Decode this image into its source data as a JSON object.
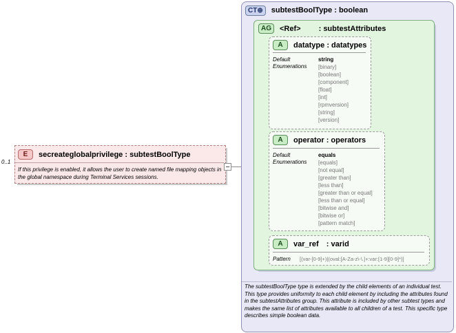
{
  "element": {
    "badge": "E",
    "name": "secreateglobalprivilege",
    "type": "subtestBoolType",
    "cardinality": "0..1",
    "documentation": "If this privilege is enabled, it allows the user to create named file mapping objects in the global namespace during Terminal Services sessions."
  },
  "complex_type": {
    "badge": "CT",
    "name": "subtestBoolType",
    "base": "boolean",
    "documentation": "The subtestBoolType type is extended by the child elements of an individual test.  This type provides uniformity to each child element by including the attributes found in the subtestAttributes group.  This attribute is included by other subtest types and makes the same list of attributes available to all children of a test.  This specific type describes simple boolean data."
  },
  "attribute_group": {
    "badge": "AG",
    "ref": "<Ref>",
    "name": "subtestAttributes"
  },
  "attributes": [
    {
      "badge": "A",
      "name": "datatype",
      "type": "datatypes",
      "labels": [
        "Default",
        "Enumerations"
      ],
      "default": "string",
      "enumerations": [
        "[binary]",
        "[boolean]",
        "[component]",
        "[float]",
        "[int]",
        "[rpmversion]",
        "[string]",
        "[version]"
      ]
    },
    {
      "badge": "A",
      "name": "operator",
      "type": "operators",
      "labels": [
        "Default",
        "Enumerations"
      ],
      "default": "equals",
      "enumerations": [
        "[equals]",
        "[not equal]",
        "[greater than]",
        "[less than]",
        "[greater than or equal]",
        "[less than or equal]",
        "[bitwise and]",
        "[bitwise or]",
        "[pattern match]"
      ]
    },
    {
      "badge": "A",
      "name": "var_ref",
      "type": "varid",
      "labels": [
        "Pattern"
      ],
      "pattern": "[(var-[0-9]+)|(oval:[A-Za-z\\-\\.]+:var:[1-9][0-9]*)]"
    }
  ],
  "separator": ":"
}
